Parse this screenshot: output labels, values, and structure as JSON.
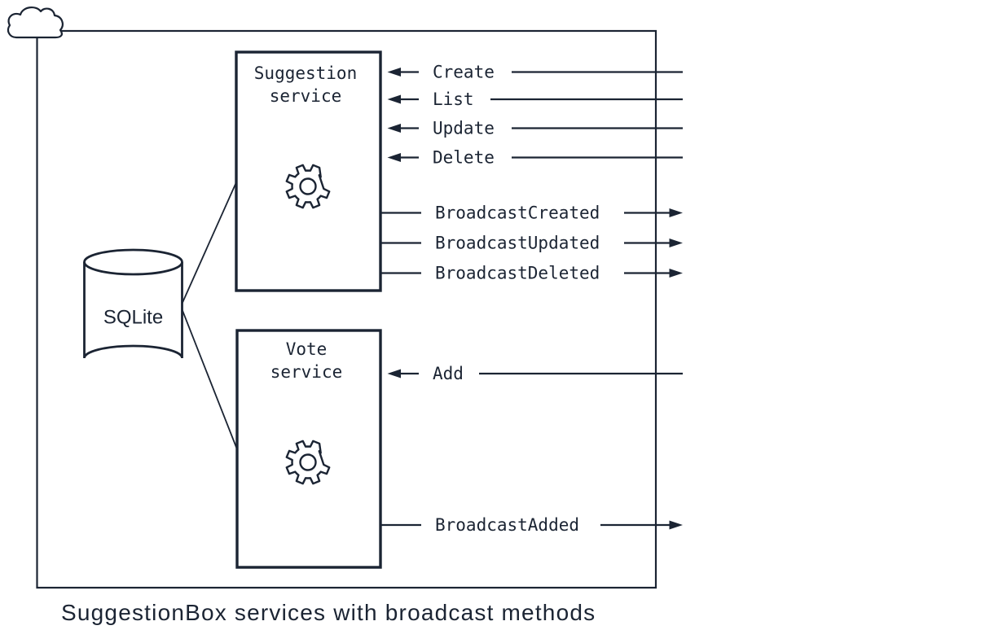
{
  "colors": {
    "ink": "#1b2433",
    "background": "#ffffff"
  },
  "caption": "SuggestionBox services with broadcast methods",
  "cloud": {
    "icon": "cloud-icon"
  },
  "database": {
    "label": "SQLite",
    "shape": "cylinder"
  },
  "suggestion_service": {
    "title_line1": "Suggestion",
    "title_line2": "service",
    "icon": "gear-icon",
    "request_methods": [
      "Create",
      "List",
      "Update",
      "Delete"
    ],
    "broadcast_methods": [
      "BroadcastCreated",
      "BroadcastUpdated",
      "BroadcastDeleted"
    ]
  },
  "vote_service": {
    "title_line1": "Vote",
    "title_line2": "service",
    "icon": "gear-icon",
    "request_methods": [
      "Add"
    ],
    "broadcast_methods": [
      "BroadcastAdded"
    ]
  }
}
